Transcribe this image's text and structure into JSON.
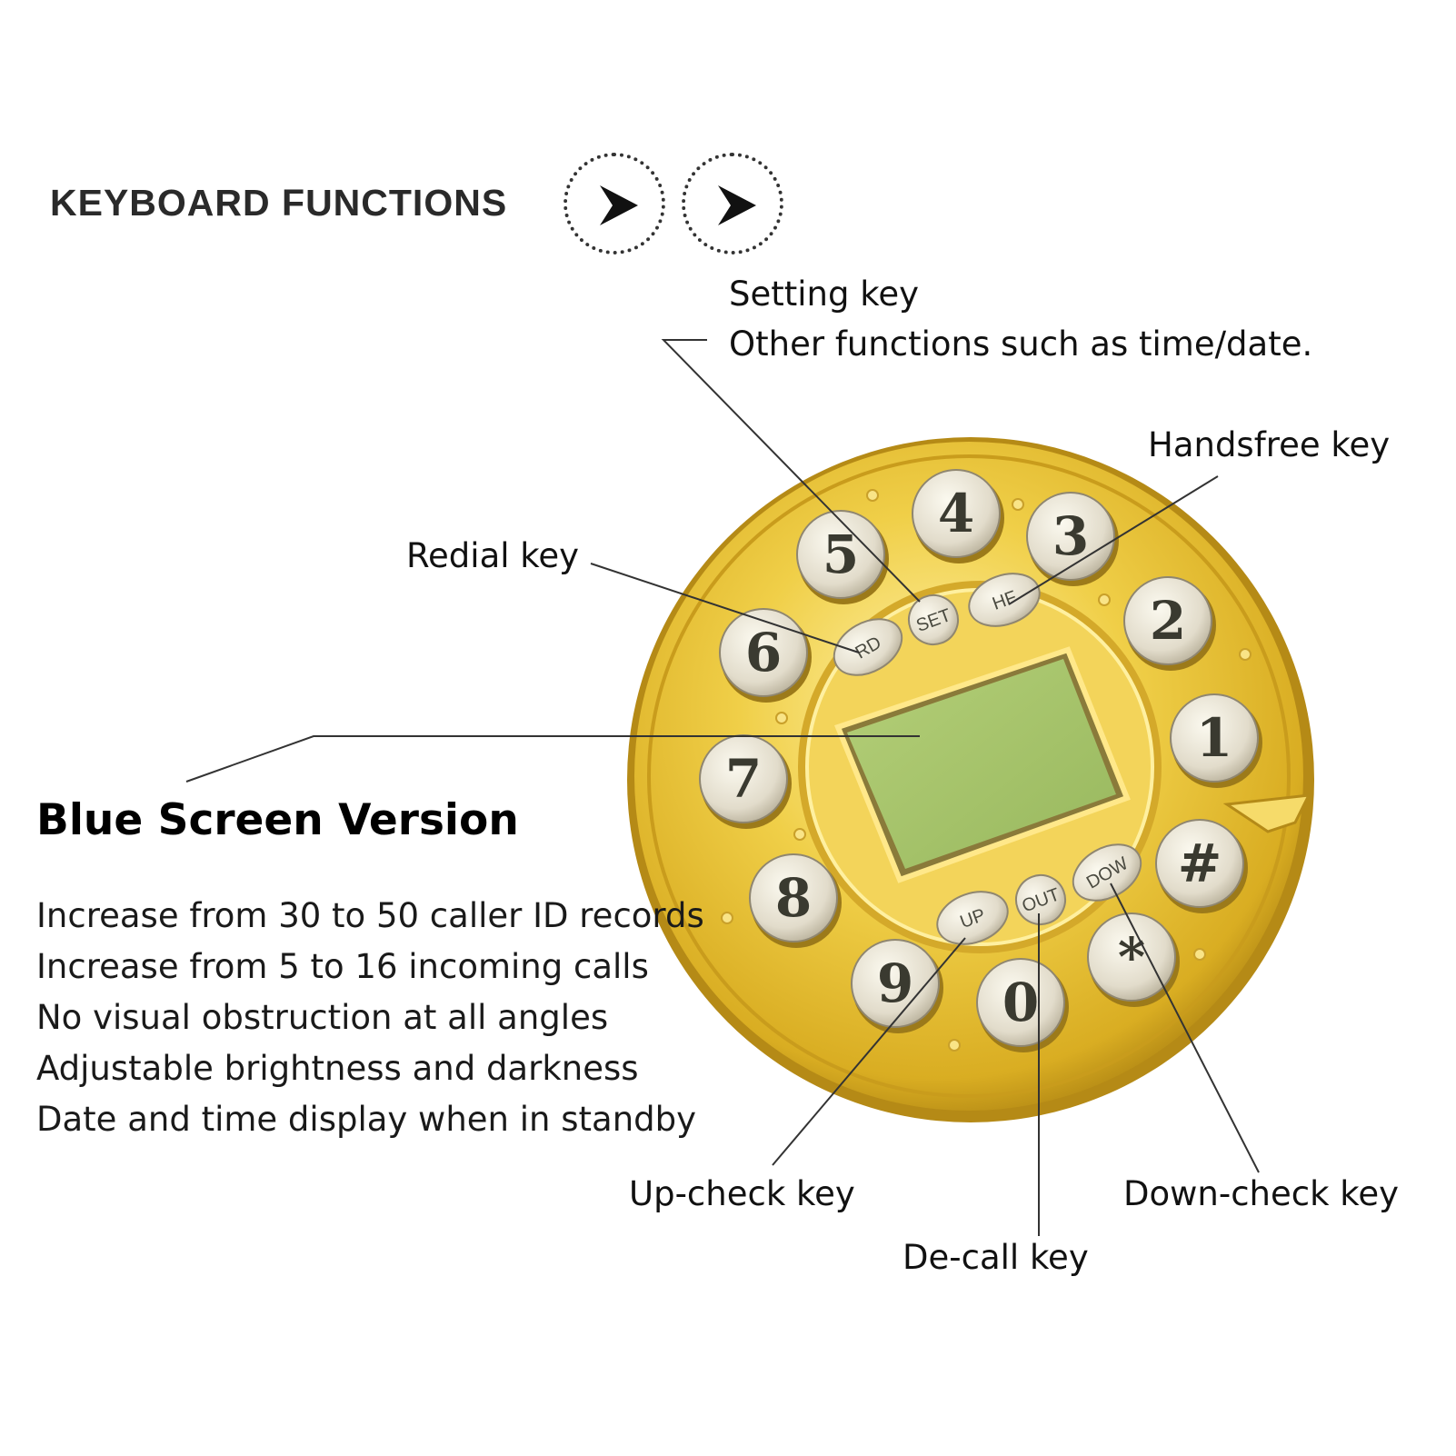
{
  "header": {
    "title": "KEYBOARD FUNCTIONS",
    "arrows": [
      "arrow-right-icon",
      "arrow-right-icon"
    ]
  },
  "callouts": {
    "setting_title": "Setting key",
    "setting_desc": "Other functions such as time/date.",
    "handsfree": "Handsfree key",
    "redial": "Redial key",
    "up_check": "Up-check key",
    "de_call": "De-call key",
    "down_check": "Down-check key"
  },
  "version": {
    "heading": "Blue Screen Version",
    "features": [
      "Increase from 30 to 50 caller ID records",
      "Increase from 5 to 16 incoming calls",
      "No visual obstruction at all angles",
      "Adjustable brightness and darkness",
      "Date and time display when in standby"
    ]
  },
  "keypad": {
    "digits": [
      "1",
      "2",
      "3",
      "4",
      "5",
      "6",
      "7",
      "8",
      "9",
      "0",
      "*",
      "#"
    ],
    "function_keys": [
      "RD",
      "SET",
      "HF",
      "UP",
      "OUT",
      "DOW"
    ]
  },
  "colors": {
    "gold": "#e8c43a",
    "gold_dark": "#b8901a",
    "button": "#e6e1cf",
    "digit": "#3a3a30",
    "screen": "#a6c46a"
  }
}
